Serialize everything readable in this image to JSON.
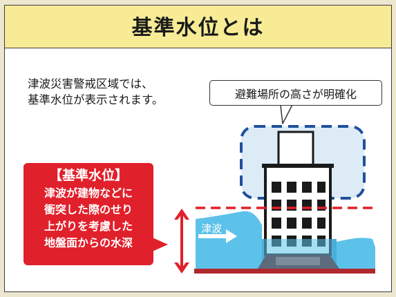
{
  "header": {
    "title": "基準水位とは"
  },
  "intro": {
    "lines": [
      "津波災害警戒区域では、",
      "基準水位が表示されます。"
    ]
  },
  "callout": {
    "text": "避難場所の高さが明確化"
  },
  "definition": {
    "title": "【基準水位】",
    "lines": [
      "津波が建物などに",
      "衝突した際のせり",
      "上がりを考慮した",
      "地盤面からの水深"
    ]
  },
  "scene": {
    "wave_label": "津波"
  },
  "colors": {
    "header_bg": "#f7ec95",
    "definition_bg": "#e0202b",
    "water": "#5cc2ea",
    "evacuation_zone": "#1e4f9c",
    "water_level_line": "#e0202b",
    "ground": "#b0282e"
  }
}
